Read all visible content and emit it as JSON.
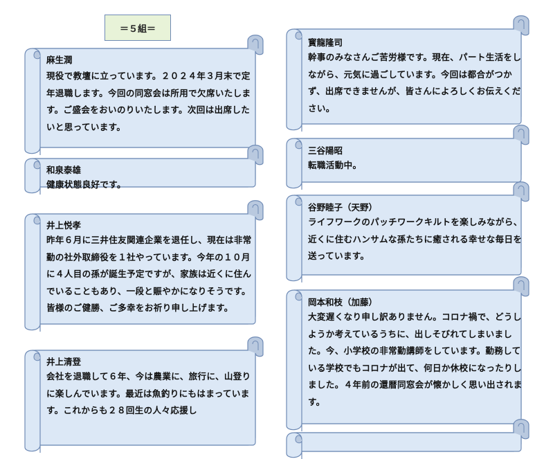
{
  "header": {
    "label": "＝５組＝"
  },
  "colors": {
    "scroll_fill": "#dce8f6",
    "scroll_stroke": "#6e8ab5",
    "curl_fill": "#b9c9df",
    "header_fill": "#e8f3d8"
  },
  "entries": [
    {
      "name": "麻生潤",
      "message": "現役で教壇に立っています。２０２４年３月末で定年退職します。今回の同窓会は所用で欠席いたします。ご盛会をおいのりいたします。次回は出席したいと思っています。"
    },
    {
      "name": "和泉泰雄",
      "message": "健康状態良好です。"
    },
    {
      "name": "井上悦孝",
      "message": "昨年６月に三井住友関連企業を退任し、現在は非常勤の社外取締役を１社やっています。今年の１０月に４人目の孫が誕生予定ですが、家族は近くに住んでいることもあり、一段と賑やかになりそうです。皆様のご健勝、ご多幸をお祈り申し上げます。"
    },
    {
      "name": "井上清登",
      "message": "会社を退職して６年、今は農業に、旅行に、山登りに楽しんでいます。最近は魚釣りにもはまっています。これからも２８回生の人々応援し"
    },
    {
      "name": "寳龍隆司",
      "message": "幹事のみなさんご苦労様です。現在、パート生活をしながら、元気に過ごしています。今回は都合がつかず、出席できませんが、皆さんによろしくお伝えください。"
    },
    {
      "name": "三谷陽昭",
      "message": "転職活動中。"
    },
    {
      "name": "谷野睦子（天野）",
      "message": "ライフワークのパッチワークキルトを楽しみながら、近くに住むハンサムな孫たちに癒される幸せな毎日を送っています。"
    },
    {
      "name": "岡本和枝（加藤）",
      "message": "大変遅くなり申し訳ありません。コロナ禍で、どうしようか考えているうちに、出しそびれてしまいました。今、小学校の非常勤講師をしています。勤務している学校でもコロナが出て、何日か休校になったりしました。４年前の還暦同窓会が懐かしく思い出されます。"
    }
  ]
}
